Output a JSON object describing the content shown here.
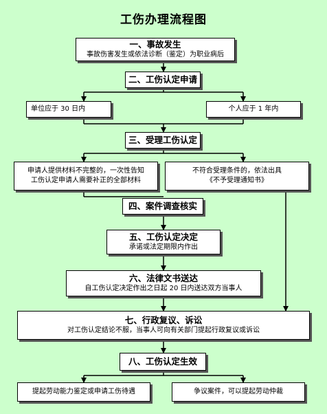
{
  "title": "工伤办理流程图",
  "steps": {
    "s1": {
      "heading": "一、事故发生",
      "text": "事故伤害发生或依法诊断（鉴定）为职业病后"
    },
    "s2": {
      "heading": "二、工伤认定申请"
    },
    "s2a": {
      "text": "单位应于 30 日内"
    },
    "s2b": {
      "text": "个人应于 1 年内"
    },
    "s3": {
      "heading": "三、受理工伤认定"
    },
    "s3a": {
      "line1": "申请人提供材料不完整的，一次性告知",
      "line2": "工伤认定申请人需要补正的全部材料"
    },
    "s3b": {
      "line1": "不符合受理条件的，依法出具",
      "line2": "《不予受理通知书》"
    },
    "s4": {
      "heading": "四、案件调查核实"
    },
    "s5": {
      "heading": "五、工伤认定决定",
      "text": "承诺或法定期限内作出"
    },
    "s6": {
      "heading": "六、法律文书送达",
      "text": "自工伤认定决定作出之日起 20 日内送达双方当事人"
    },
    "s7": {
      "heading": "七、行政复议、诉讼",
      "text": "对工伤认定结论不服，当事人可向有关部门提起行政复议或诉讼"
    },
    "s8": {
      "heading": "八、工伤认定生效"
    },
    "s8a": {
      "text": "提起劳动能力鉴定或申请工伤待遇"
    },
    "s8b": {
      "text": "争议案件，可以提起劳动仲裁"
    }
  }
}
